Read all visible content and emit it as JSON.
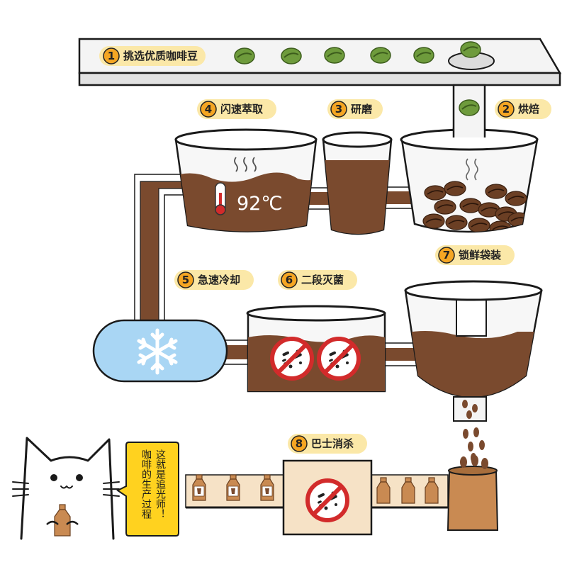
{
  "steps": [
    {
      "num": "1",
      "label": "挑选优质咖啡豆"
    },
    {
      "num": "2",
      "label": "烘焙"
    },
    {
      "num": "3",
      "label": "研磨"
    },
    {
      "num": "4",
      "label": "闪速萃取"
    },
    {
      "num": "5",
      "label": "急速冷却"
    },
    {
      "num": "6",
      "label": "二段灭菌"
    },
    {
      "num": "7",
      "label": "锁鲜袋装"
    },
    {
      "num": "8",
      "label": "巴士消杀"
    }
  ],
  "extraction": {
    "temperature": "92℃"
  },
  "speech_bubble": {
    "col1": "这就是追光师！",
    "col2": "咖啡的生产过程"
  },
  "colors": {
    "coffee": "#7a4a2e",
    "bean_green": "#6e9b3c",
    "label_bg": "#fbe8a8",
    "badge_orange": "#f5a623",
    "cooler_blue": "#a9d6f4",
    "bubble_yellow": "#ffd21f",
    "bottle": "#c98a52",
    "no_sign_red": "#d22b2b"
  },
  "icons": [
    "snowflake-icon",
    "thermometer-icon",
    "no-bacteria-icon",
    "coffee-bean-icon",
    "cat-mascot"
  ]
}
